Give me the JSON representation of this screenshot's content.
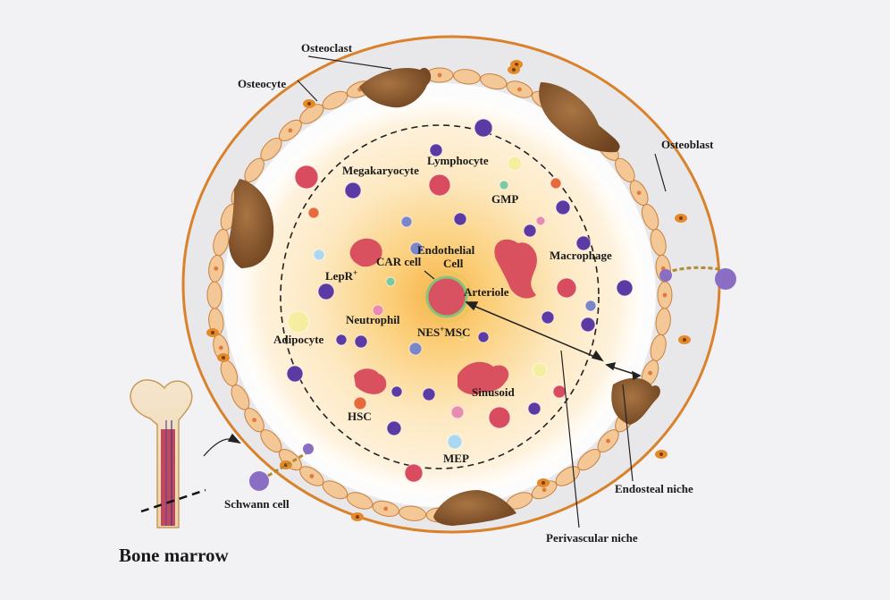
{
  "labels": {
    "osteoclast": "Osteoclast",
    "osteocyte": "Osteocyte",
    "osteoblast": "Osteoblast",
    "lymphocyte": "Lymphocyte",
    "megakaryocyte": "Megakaryocyte",
    "gmp": "GMP",
    "endothelial": "Endothelial",
    "endothelial_cell": "Cell",
    "car_cell": "CAR cell",
    "lepr": "LepR",
    "lepr_sup": "+",
    "macrophage": "Macrophage",
    "arteriole": "Arteriole",
    "neutrophil": "Neutrophil",
    "nes_prefix": "NES",
    "nes_sup": "+",
    "nes_suffix": "MSC",
    "adipocyte": "Adipocyte",
    "sinusoid": "Sinusoid",
    "hsc": "HSC",
    "mep": "MEP",
    "endosteal_niche": "Endosteal niche",
    "perivascular_niche": "Perivascular niche",
    "schwann_cell": "Schwann cell",
    "bone_marrow": "Bone marrow"
  },
  "colors": {
    "background": "#f2f2f4",
    "outer_ring": "#d9822b",
    "bone_layer": "#e9e9ec",
    "lining_cell": "#f4c796",
    "lining_outline": "#c9803d",
    "osteoclast": "#8a5a2b",
    "marrow_center": "#fbd07a",
    "blood_cell": "#d94b5e",
    "purple_cell": "#5b3aa3",
    "blue_cell": "#7380c0"
  }
}
